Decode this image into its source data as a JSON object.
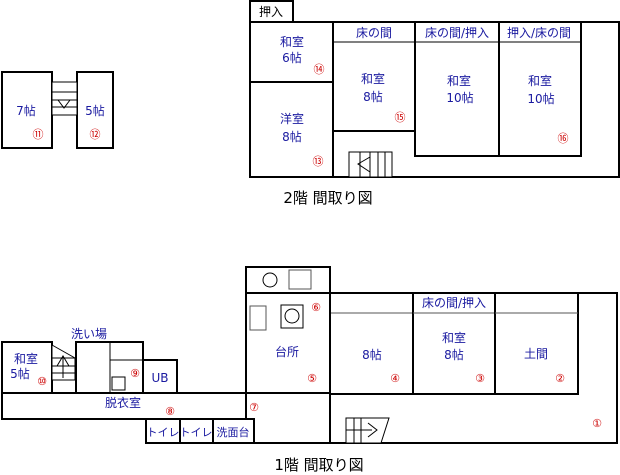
{
  "floor2": {
    "title": "2階 間取り図",
    "oshiire": "押入",
    "rooms": [
      {
        "name": "和室",
        "size": "6帖",
        "num": "⑭"
      },
      {
        "name": "洋室",
        "size": "8帖",
        "num": "⑬"
      },
      {
        "header": "床の間",
        "name": "和室",
        "size": "8帖",
        "num": "⑮"
      },
      {
        "header": "床の間/押入",
        "name": "和室",
        "size": "10帖"
      },
      {
        "header": "押入/床の間",
        "name": "和室",
        "size": "10帖",
        "num": "⑯"
      }
    ],
    "annex": [
      {
        "size": "7帖",
        "num": "⑪"
      },
      {
        "size": "5帖",
        "num": "⑫"
      }
    ]
  },
  "floor1": {
    "title": "1階 間取り図",
    "washroom_area": "洗い場",
    "rooms": [
      {
        "id": "hall",
        "num": "①"
      },
      {
        "id": "doma",
        "name": "土間",
        "num": "②"
      },
      {
        "id": "washitsu8",
        "header": "床の間/押入",
        "name": "和室",
        "size": "8帖",
        "num": "③"
      },
      {
        "id": "room8",
        "size": "8帖",
        "num": "④"
      },
      {
        "id": "kitchen",
        "name": "台所",
        "num": "⑤"
      },
      {
        "id": "kitchen-top",
        "num": "⑥"
      },
      {
        "id": "corridor",
        "num": "⑦"
      },
      {
        "id": "dressing",
        "name": "脱衣室",
        "num": "⑧"
      },
      {
        "id": "bath",
        "num": "⑨",
        "ub": "UB"
      },
      {
        "id": "washitsu5",
        "name": "和室",
        "size": "5帖",
        "num": "⑩"
      }
    ],
    "toilet1": "トイレ",
    "toilet2": "トイレ",
    "sink": "洗面台"
  }
}
